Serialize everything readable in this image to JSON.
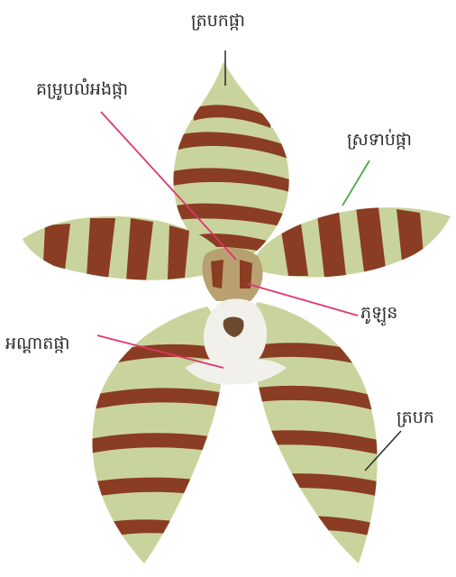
{
  "labels": {
    "top_petal": "ត្របកផ្កា",
    "column": "គម្រូបលំអងផ្កា",
    "side_petal": "ស្រទាប់ផ្កា",
    "anther": "ភូឡូន",
    "lip": "អណ្ដាតផ្កា",
    "lower_sepal": "ត្របក"
  },
  "colors": {
    "petal_green": "#c9d49c",
    "stripe_brown": "#8a3d22",
    "lip_white": "#f1f0ea",
    "line_red": "#e0356b",
    "line_green": "#4fa64a",
    "line_dark": "#333333"
  }
}
